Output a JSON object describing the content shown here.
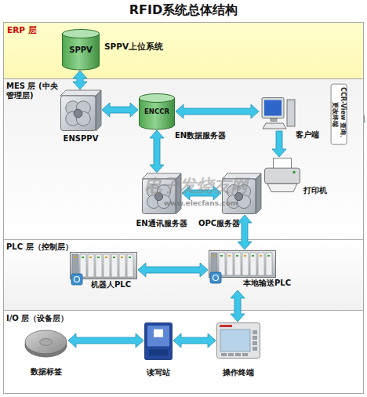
{
  "diagram": {
    "title": "RFID系统总体结构",
    "nodes": [
      {
        "text": [
          "ERP 层"
        ]
      },
      {
        "text": [
          "SPPV",
          "SPPV上位系统"
        ],
        "in": 0
      },
      {
        "text": [
          "MES 层 (中央管理层)"
        ]
      },
      {
        "text": [
          "ENSPPV"
        ],
        "in": 2
      },
      {
        "text": [
          "ENCCR",
          "EN数据服务器"
        ],
        "in": 2
      },
      {
        "text": [
          "客户端"
        ],
        "in": 2
      },
      {
        "text": [
          "打印机"
        ],
        "in": 2
      },
      {
        "text": [
          "EN通讯服务器"
        ],
        "in": 2
      },
      {
        "text": [
          "OPC服务器"
        ],
        "in": 2
      },
      {
        "text": [
          "PLC 层（控制层）"
        ]
      },
      {
        "text": [
          "机器人PLC"
        ],
        "in": 9
      },
      {
        "text": [
          "本地输送PLC"
        ],
        "in": 9
      },
      {
        "text": [
          "I/O 层（设备层）"
        ]
      },
      {
        "text": [
          "数据标签"
        ],
        "in": 12
      },
      {
        "text": [
          "读写站"
        ],
        "in": 12
      },
      {
        "text": [
          "操作终端"
        ],
        "in": 12
      }
    ],
    "edges": [
      {
        "from": 1,
        "to": 3,
        "arrow": "both"
      },
      {
        "from": 3,
        "to": 4,
        "arrow": "both"
      },
      {
        "from": 4,
        "to": 5,
        "arrow": "both"
      },
      {
        "from": 4,
        "to": 7,
        "arrow": "both"
      },
      {
        "from": 5,
        "to": 6,
        "arrow": "to"
      },
      {
        "from": 7,
        "to": 8,
        "arrow": "both"
      },
      {
        "from": 8,
        "to": 11,
        "arrow": "both"
      },
      {
        "from": 10,
        "to": 11,
        "arrow": "both"
      },
      {
        "from": 11,
        "to": 15,
        "arrow": "both"
      },
      {
        "from": 13,
        "to": 14,
        "arrow": "both"
      },
      {
        "from": 14,
        "to": 15,
        "arrow": "both"
      }
    ],
    "labels": [
      "CCR-View 查询、更改终端",
      "电子发烧友网",
      "www.elecfans.com"
    ]
  }
}
